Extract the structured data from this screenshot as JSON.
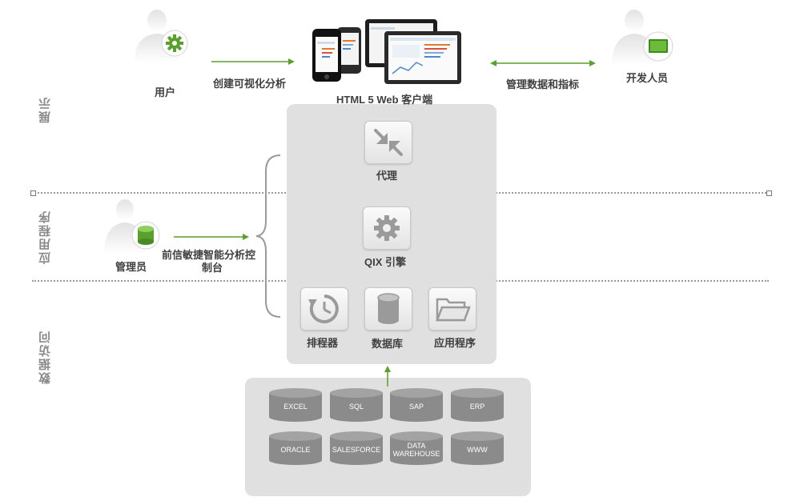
{
  "roles": {
    "user": "用户",
    "developer": "开发人员",
    "admin": "管理员"
  },
  "arrows": {
    "create_viz": "创建可视化分析",
    "manage_data": "管理数据和指标",
    "console_line1": "前信敏捷智能分析控",
    "console_line2": "制台"
  },
  "client": "HTML 5 Web 客户端",
  "layers": {
    "presentation": "展示",
    "application": "应用程序",
    "data_access": "数据访问"
  },
  "components": {
    "proxy": "代理",
    "engine": "QIX 引擎",
    "scheduler": "排程器",
    "database": "数据库",
    "apps": "应用程序"
  },
  "sources": [
    "EXCEL",
    "SQL",
    "SAP",
    "ERP",
    "ORACLE",
    "SALESFORCE",
    "DATA WAREHOUSE",
    "WWW"
  ],
  "colors": {
    "accent_green": "#5aa02c",
    "panel_gray": "#e0e0e0",
    "cylinder_gray": "#8b8b8b"
  }
}
